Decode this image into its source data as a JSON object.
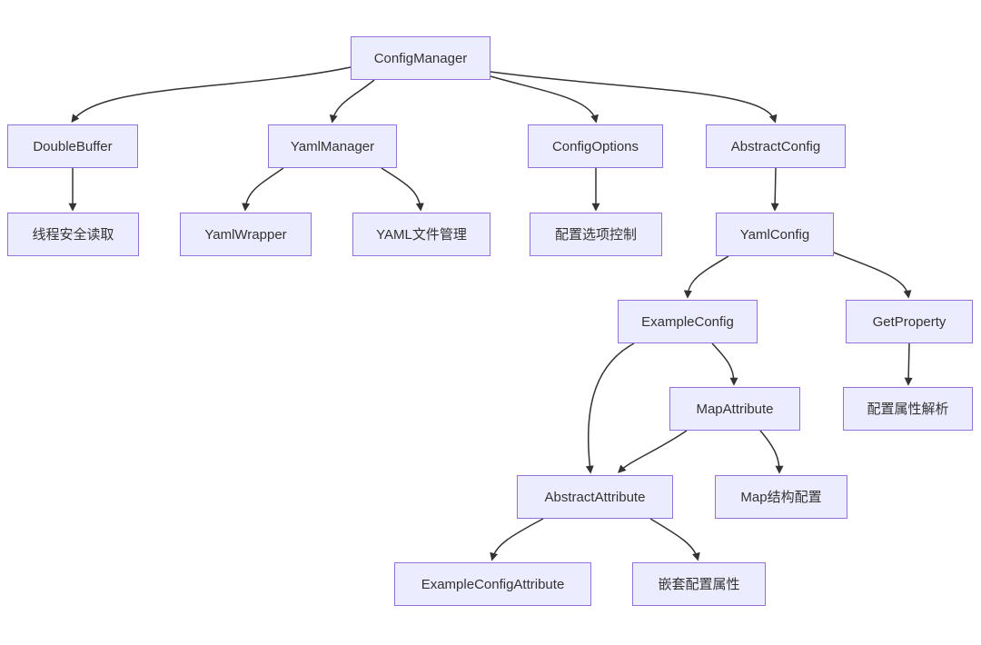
{
  "diagram": {
    "type": "flowchart-top-down",
    "colors": {
      "background": "#ffffff",
      "node_fill": "#ECECFF",
      "node_border": "#9370DB",
      "edge": "#333333",
      "text": "#333333"
    },
    "nodes": [
      {
        "id": "config-manager",
        "label": "ConfigManager"
      },
      {
        "id": "double-buffer",
        "label": "DoubleBuffer"
      },
      {
        "id": "yaml-manager",
        "label": "YamlManager"
      },
      {
        "id": "config-options",
        "label": "ConfigOptions"
      },
      {
        "id": "abstract-config",
        "label": "AbstractConfig"
      },
      {
        "id": "thread-safe-read",
        "label": "线程安全读取"
      },
      {
        "id": "yaml-wrapper",
        "label": "YamlWrapper"
      },
      {
        "id": "yaml-file-management",
        "label": "YAML文件管理"
      },
      {
        "id": "config-option-control",
        "label": "配置选项控制"
      },
      {
        "id": "yaml-config",
        "label": "YamlConfig"
      },
      {
        "id": "example-config",
        "label": "ExampleConfig"
      },
      {
        "id": "get-property",
        "label": "GetProperty"
      },
      {
        "id": "map-attribute",
        "label": "MapAttribute"
      },
      {
        "id": "config-property-parsing",
        "label": "配置属性解析"
      },
      {
        "id": "abstract-attribute",
        "label": "AbstractAttribute"
      },
      {
        "id": "map-structure-config",
        "label": "Map结构配置"
      },
      {
        "id": "example-config-attribute",
        "label": "ExampleConfigAttribute"
      },
      {
        "id": "nested-config-attribute",
        "label": "嵌套配置属性"
      }
    ],
    "edges": [
      {
        "from": "ConfigManager",
        "to": "DoubleBuffer"
      },
      {
        "from": "ConfigManager",
        "to": "YamlManager"
      },
      {
        "from": "ConfigManager",
        "to": "ConfigOptions"
      },
      {
        "from": "ConfigManager",
        "to": "AbstractConfig"
      },
      {
        "from": "DoubleBuffer",
        "to": "线程安全读取"
      },
      {
        "from": "YamlManager",
        "to": "YamlWrapper"
      },
      {
        "from": "YamlManager",
        "to": "YAML文件管理"
      },
      {
        "from": "ConfigOptions",
        "to": "配置选项控制"
      },
      {
        "from": "AbstractConfig",
        "to": "YamlConfig"
      },
      {
        "from": "YamlConfig",
        "to": "ExampleConfig"
      },
      {
        "from": "YamlConfig",
        "to": "GetProperty"
      },
      {
        "from": "ExampleConfig",
        "to": "MapAttribute"
      },
      {
        "from": "ExampleConfig",
        "to": "AbstractAttribute"
      },
      {
        "from": "GetProperty",
        "to": "配置属性解析"
      },
      {
        "from": "MapAttribute",
        "to": "AbstractAttribute"
      },
      {
        "from": "MapAttribute",
        "to": "Map结构配置"
      },
      {
        "from": "AbstractAttribute",
        "to": "ExampleConfigAttribute"
      },
      {
        "from": "AbstractAttribute",
        "to": "嵌套配置属性"
      }
    ]
  }
}
